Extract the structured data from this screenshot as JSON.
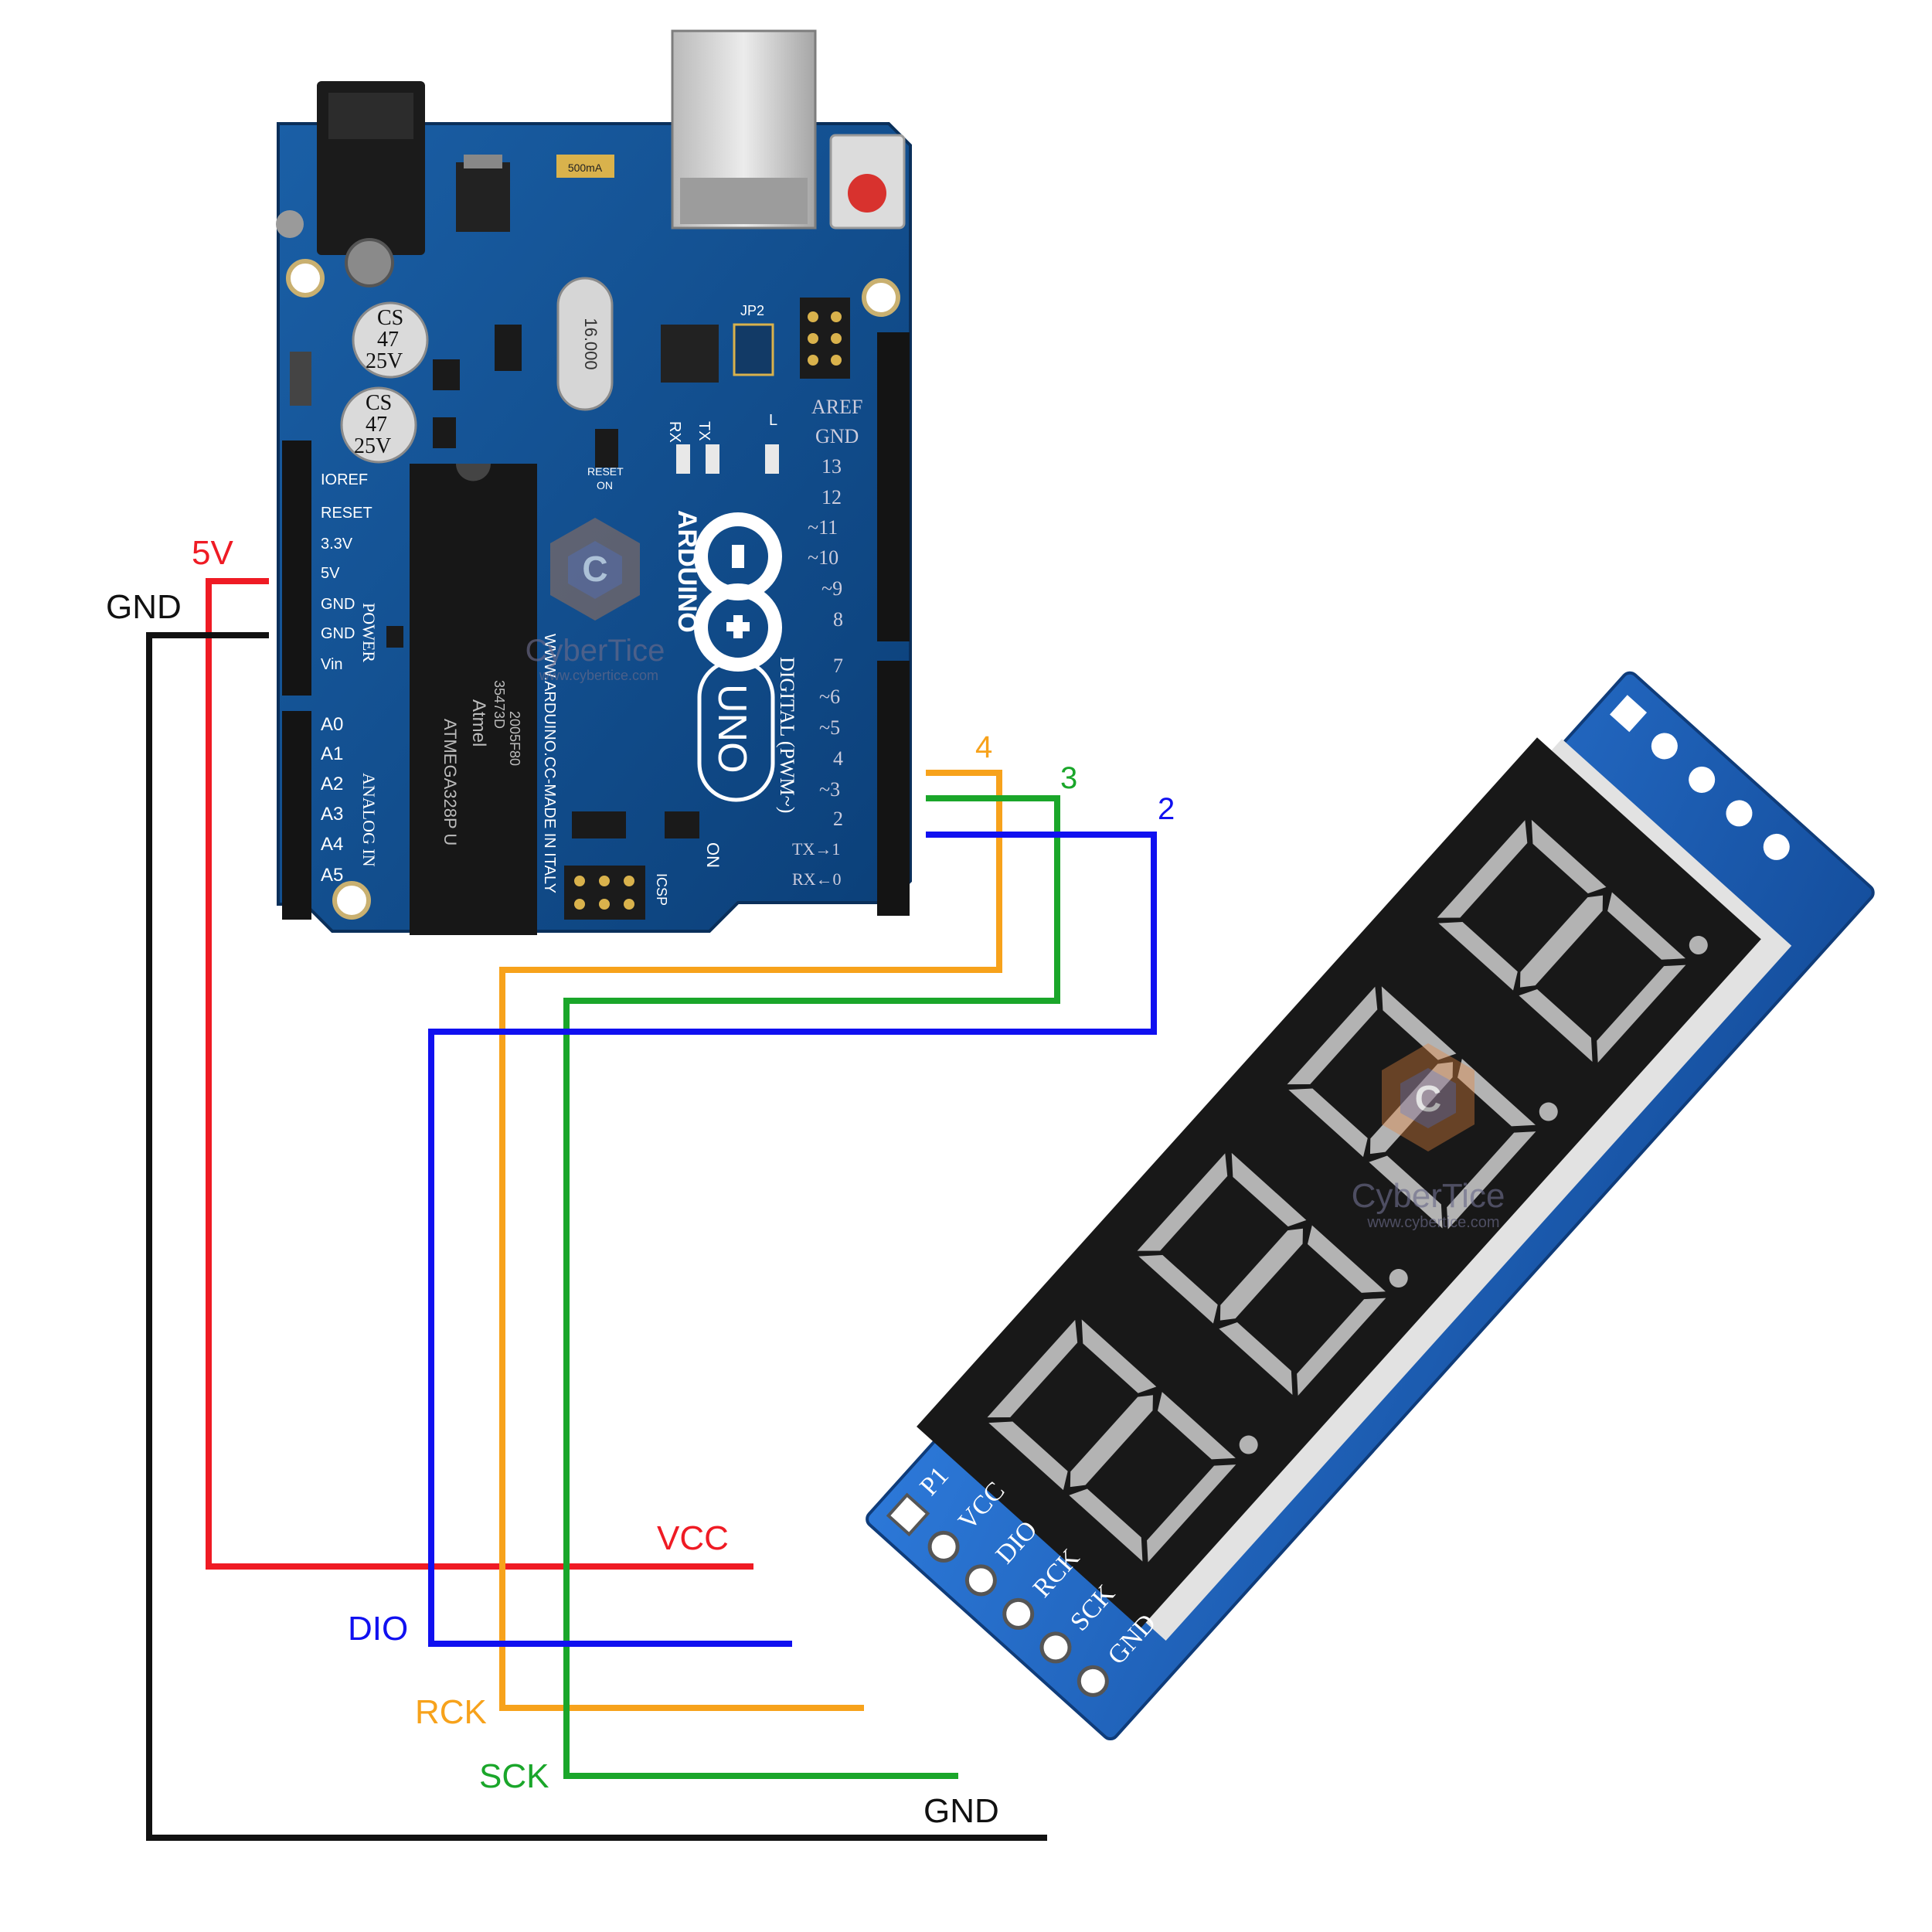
{
  "arduino": {
    "brand": "ARDUINO",
    "model": "UNO",
    "made_in": "WWW.ARDUINO.CC-MADE IN ITALY",
    "chip_brand": "Atmel",
    "chip_part": "ATMEGA328P U",
    "chip_code1": "35473D",
    "chip_code2": "2005F80",
    "crystal": "16.000",
    "cap_label": [
      "CS",
      "47",
      "25V"
    ],
    "power_pins": [
      "IOREF",
      "RESET",
      "3.3V",
      "5V",
      "GND",
      "GND",
      "Vin"
    ],
    "power_header": "POWER",
    "analog_pins": [
      "A0",
      "A1",
      "A2",
      "A3",
      "A4",
      "A5"
    ],
    "analog_header": "ANALOG IN",
    "digital_top": [
      "AREF",
      "GND",
      "13",
      "12",
      "~11",
      "~10",
      "~9",
      "8"
    ],
    "digital_bottom": [
      "7",
      "~6",
      "~5",
      "4",
      "~3",
      "2",
      "TX→1",
      "RX←0"
    ],
    "digital_header": "DIGITAL (PWM~)",
    "rx": "RX",
    "tx": "TX",
    "l": "L",
    "on": "ON",
    "jp2": "JP2",
    "icsp": "ICSP",
    "reset_on": [
      "RESET",
      "ON"
    ],
    "fuse": "500mA"
  },
  "watermark": {
    "name": "CyberTice",
    "url": "www.cybertice.com",
    "glyph": "C"
  },
  "display_module": {
    "pin_labels": [
      "P1",
      "VCC",
      "DIO",
      "RCK",
      "SCK",
      "GND"
    ],
    "digit_count": 4
  },
  "wires": {
    "arduino_5v": "5V",
    "arduino_gnd": "GND",
    "pin_4": "4",
    "pin_3": "3",
    "pin_2": "2",
    "vcc": "VCC",
    "dio": "DIO",
    "rck": "RCK",
    "sck": "SCK",
    "gnd": "GND"
  },
  "colors": {
    "red": "#ef1b24",
    "black": "#111111",
    "orange": "#f7a21b",
    "green": "#1aa62a",
    "blue": "#1010f0",
    "pcb": "#0f4f8f",
    "module_pcb": "#1d63c2"
  }
}
